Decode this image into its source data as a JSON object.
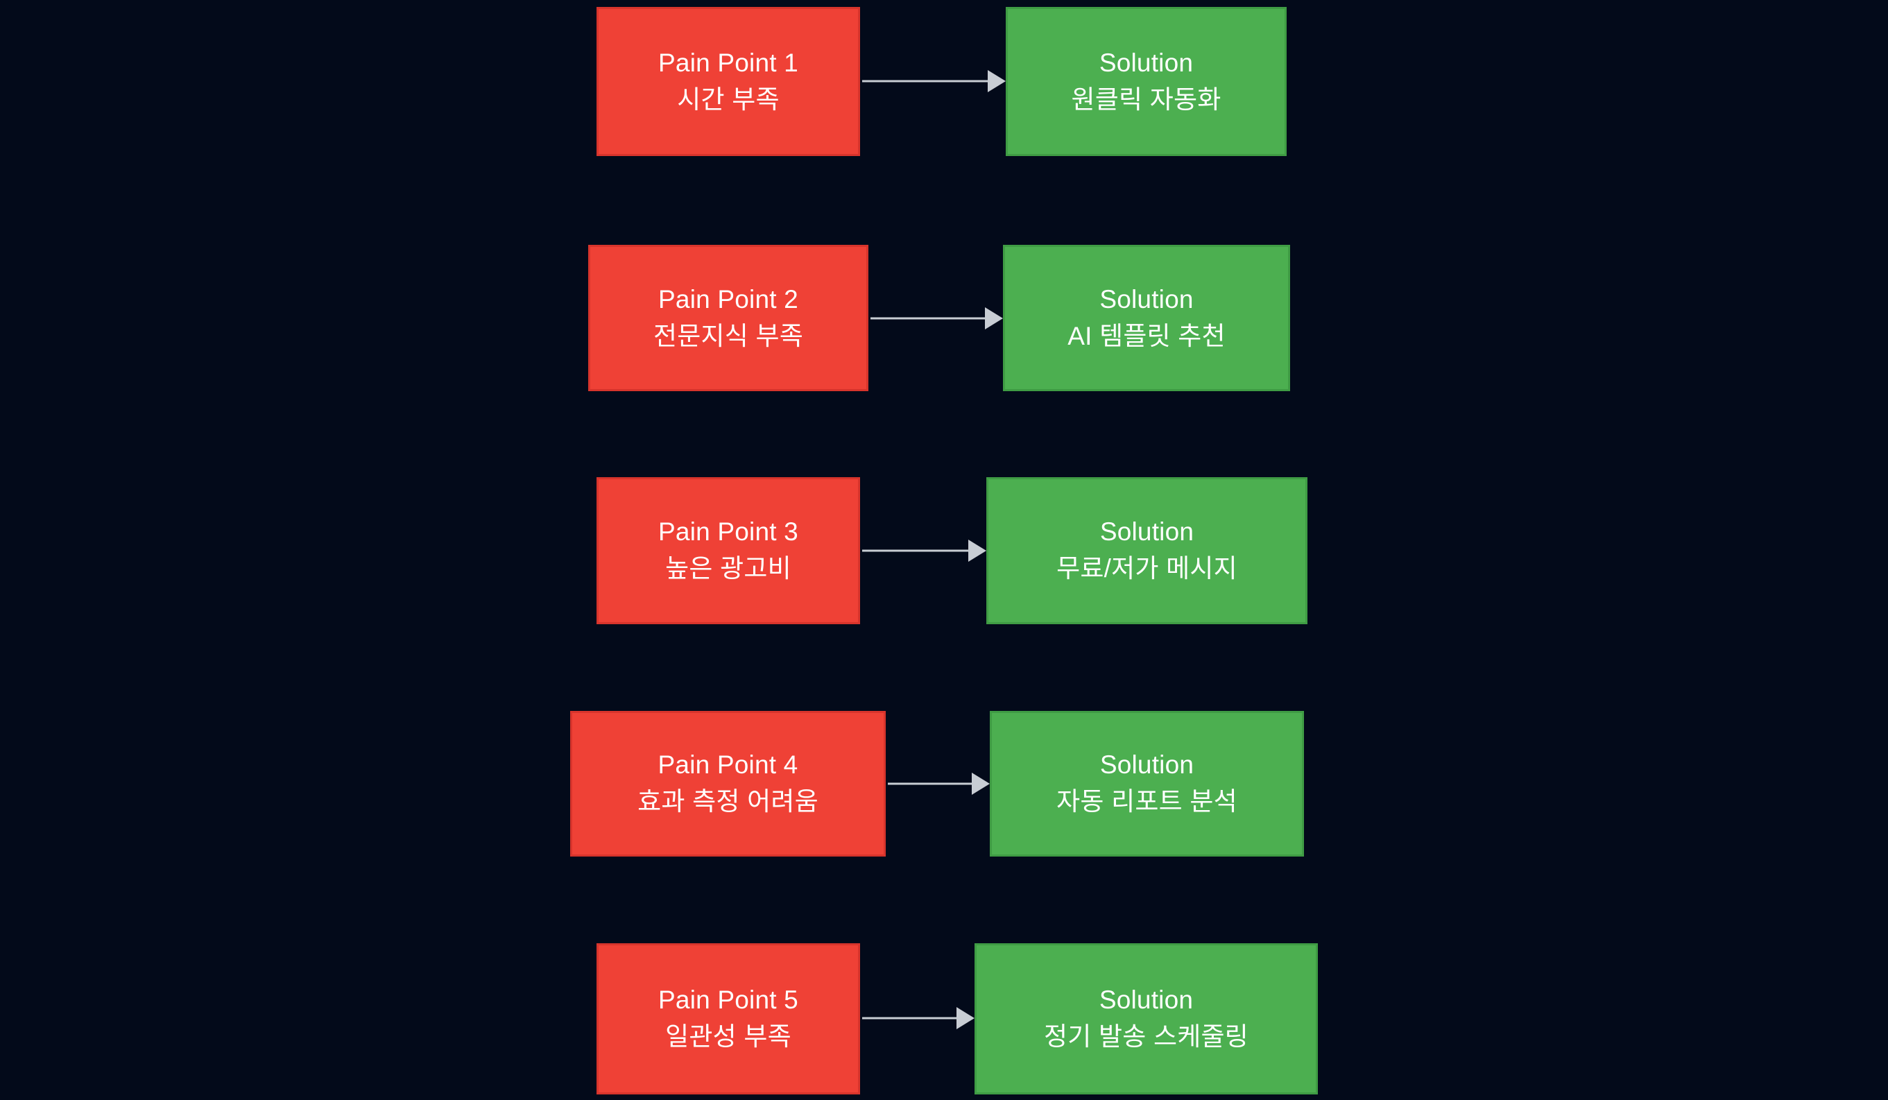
{
  "diagram": {
    "type": "flowchart",
    "orientation": "left-to-right",
    "background_color": "#030a1a",
    "pain_color": "#ef4136",
    "pain_border_color": "#d8342c",
    "solution_color": "#4caf50",
    "solution_border_color": "#3f9c44",
    "arrow_color": "#c8cdd4",
    "text_color": "#ffffff",
    "rows": [
      {
        "pain": {
          "title": "Pain Point 1",
          "subtitle": "시간 부족"
        },
        "solution": {
          "title": "Solution",
          "subtitle": "원클릭 자동화"
        }
      },
      {
        "pain": {
          "title": "Pain Point 2",
          "subtitle": "전문지식 부족"
        },
        "solution": {
          "title": "Solution",
          "subtitle": "AI 템플릿 추천"
        }
      },
      {
        "pain": {
          "title": "Pain Point 3",
          "subtitle": "높은 광고비"
        },
        "solution": {
          "title": "Solution",
          "subtitle": "무료/저가 메시지"
        }
      },
      {
        "pain": {
          "title": "Pain Point 4",
          "subtitle": "효과 측정 어려움"
        },
        "solution": {
          "title": "Solution",
          "subtitle": "자동 리포트 분석"
        }
      },
      {
        "pain": {
          "title": "Pain Point 5",
          "subtitle": "일관성 부족"
        },
        "solution": {
          "title": "Solution",
          "subtitle": "정기 발송 스케줄링"
        }
      }
    ]
  }
}
